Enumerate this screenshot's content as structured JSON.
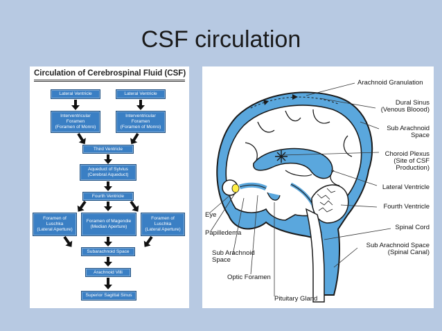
{
  "slide": {
    "title": "CSF circulation"
  },
  "flowchart": {
    "title": "Circulation of Cerebrospinal Fluid (CSF)",
    "boxes": {
      "lateral_ventricle_left": "Lateral Ventricle",
      "lateral_ventricle_right": "Lateral Ventricle",
      "foramen_monro_left": "Interventricular\nForamen\n(Foramen of Monro)",
      "foramen_monro_right": "Interventricular\nForamen\n(Foramen of Monro)",
      "third_ventricle": "Third Ventricle",
      "aqueduct": "Aqueduct of Sylvius\n(Cerebral Aqueduct)",
      "fourth_ventricle": "Fourth Ventricle",
      "luschka_left": "Foramen of\nLuschka\n(Lateral Aperture)",
      "magendie": "Foramen of Magendie\n(Median Aperture)",
      "luschka_right": "Foramen of\nLuschka\n(Lateral Aperture)",
      "subarachnoid": "Subarachnoid Space",
      "arachnoid_villi": "Arachnoid Villi",
      "sagittal_sinus": "Superior Sagittal Sinus"
    },
    "colors": {
      "box": "#3a7fc4",
      "arrow": "#111111"
    }
  },
  "anatomy": {
    "labels": {
      "arachnoid_granulation": "Arachnoid Granulation",
      "dural_sinus_1": "Dural Sinus",
      "dural_sinus_2": "(Venous Bloood)",
      "sub_arachnoid_space_1": "Sub Arachnoid",
      "sub_arachnoid_space_2": "Space",
      "choroid_1": "Choroid Plexus",
      "choroid_2": "(Site of CSF",
      "choroid_3": "Production)",
      "lateral_ventricle": "Lateral Ventricle",
      "fourth_ventricle": "Fourth Ventricle",
      "eye": "Eye",
      "papilledema": "Papilledema",
      "spinal_cord": "Spinal Cord",
      "sas_spinal_1": "Sub Arachnoid Space",
      "sas_spinal_2": "(Spinal Canal)",
      "sub_arachnoid_left_1": "Sub Arachnoid",
      "sub_arachnoid_left_2": "Space",
      "optic_foramen": "Optic Foramen",
      "pituitary": "Pituitary Gland"
    },
    "colors": {
      "csf": "#5aa7dd",
      "outline": "#1a1a1a",
      "yellow": "#ffee44"
    }
  }
}
